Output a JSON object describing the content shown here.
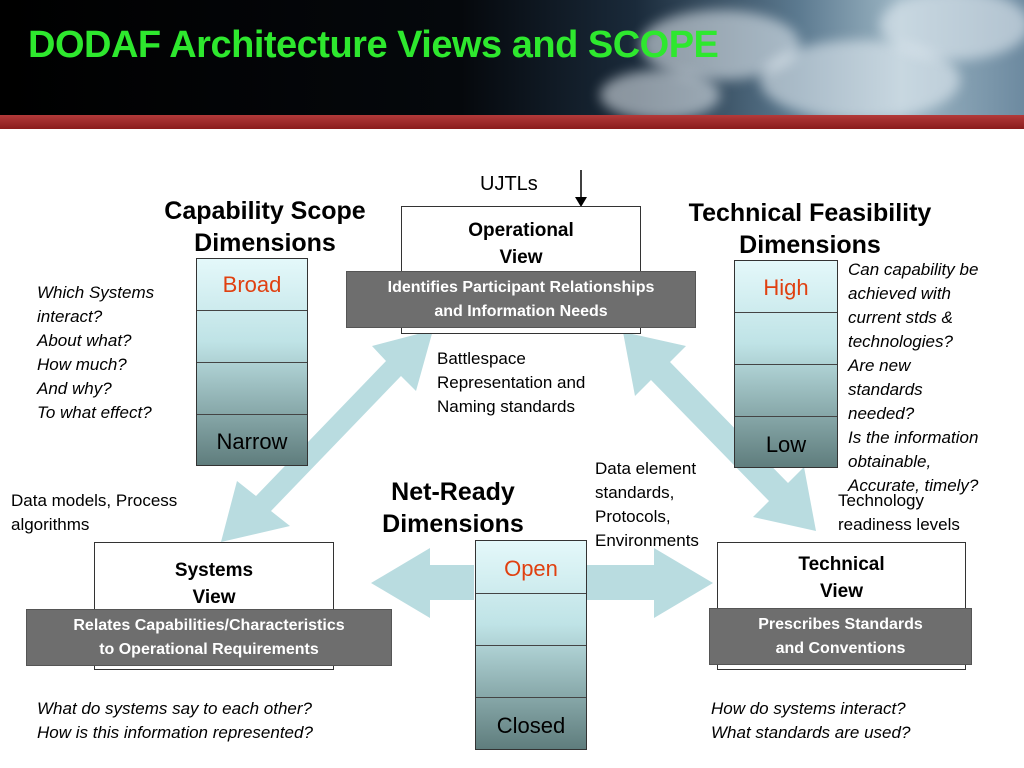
{
  "title": "DODAF Architecture Views and SCOPE",
  "capability": {
    "heading": [
      "Capability Scope",
      "Dimensions"
    ],
    "top": "Broad",
    "bottom": "Narrow",
    "questions": [
      "Which Systems",
      "interact?",
      "About what?",
      "How much?",
      "And why?",
      "To what effect?"
    ]
  },
  "technical_feasibility": {
    "heading": [
      "Technical Feasibility",
      "Dimensions"
    ],
    "top": "High",
    "bottom": "Low",
    "questions": [
      "Can capability be",
      "achieved with",
      "current stds &",
      "technologies?",
      "Are new",
      "standards",
      "needed?",
      "Is the information",
      "obtainable,",
      "Accurate, timely?"
    ]
  },
  "net_ready": {
    "heading": [
      "Net-Ready",
      "Dimensions"
    ],
    "top": "Open",
    "bottom": "Closed"
  },
  "operational_view": {
    "title": [
      "Operational",
      "View"
    ],
    "banner": [
      "Identifies Participant Relationships",
      "and Information Needs"
    ],
    "input": "UJTLs"
  },
  "systems_view": {
    "title": [
      "Systems",
      "View"
    ],
    "banner": [
      "Relates Capabilities/Characteristics",
      "to Operational Requirements"
    ],
    "questions": [
      "What do systems say to each other?",
      "How is this information represented?"
    ]
  },
  "technical_view": {
    "title": [
      "Technical",
      "View"
    ],
    "banner": [
      "Prescribes Standards",
      "and Conventions"
    ],
    "questions": [
      "How do systems interact?",
      "What standards are used?"
    ]
  },
  "arrow_labels": {
    "ov_sv": [
      "Data models, Process",
      "algorithms"
    ],
    "ov_tv": [
      "Battlespace",
      "Representation and",
      "Naming standards"
    ],
    "sv_tv": [
      "Data element",
      "standards,",
      "Protocols,",
      "Environments"
    ],
    "tv_right": [
      "Technology",
      "readiness levels"
    ]
  },
  "colors": {
    "title": "#2ee82e",
    "arrow": "#b9dce0",
    "scale_top": "#e4f8fa",
    "scale_bottom": "#5f7d7d",
    "banner": "#6e6e6e",
    "accent_label": "#e04010"
  }
}
